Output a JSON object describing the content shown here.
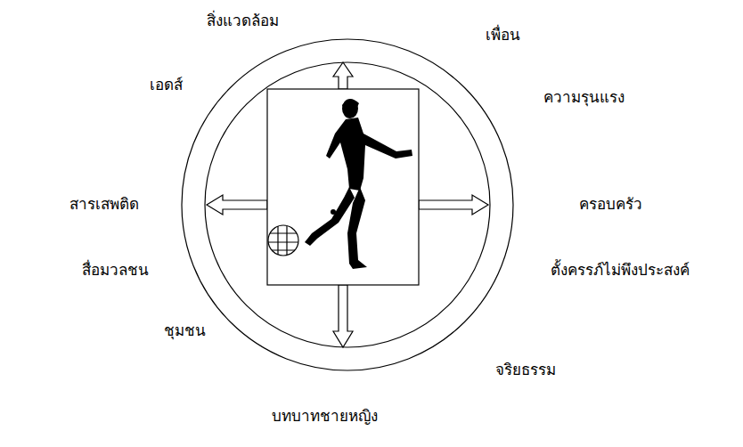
{
  "diagram": {
    "labels": [
      "สิ่งแวดล้อม",
      "เพื่อน",
      "เอดส์",
      "ความรุนแรง",
      "สารเสพติด",
      "ครอบครัว",
      "สื่อมวลชน",
      "ตั้งครรภ์ไม่พึงประสงค์",
      "ชุมชน",
      "จริยธรรม",
      "บทบาทชายหญิง"
    ]
  }
}
